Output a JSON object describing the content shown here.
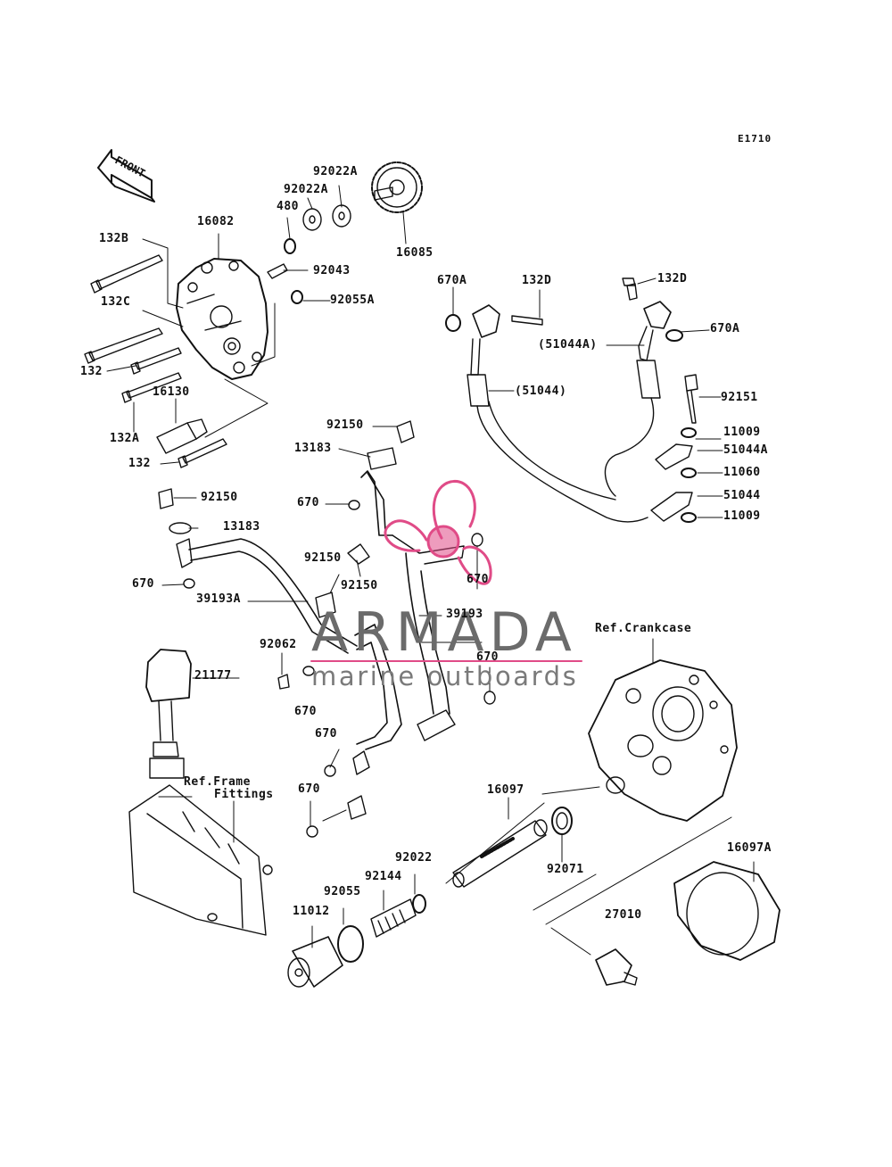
{
  "diagram_code": "E1710",
  "front_label": "FRONT",
  "watermark": {
    "title": "ARMADA",
    "subtitle": "marine outboards",
    "title_color": "#6b6b6b",
    "accent_color": "#e04b87"
  },
  "labels": {
    "p92022A_1": "92022A",
    "p92022A_2": "92022A",
    "p480": "480",
    "p16082": "16082",
    "p132B": "132B",
    "p92043": "92043",
    "p16085": "16085",
    "p132C": "132C",
    "p92055A": "92055A",
    "p132": "132",
    "p16130": "16130",
    "p132A": "132A",
    "p132_2": "132",
    "p670A_1": "670A",
    "p132D_1": "132D",
    "p132D_2": "132D",
    "p670A_2": "670A",
    "p51044A_paren": "(51044A)",
    "p51044_paren": "(51044)",
    "p92151": "92151",
    "p11009_1": "11009",
    "p51044A": "51044A",
    "p11060": "11060",
    "p51044": "51044",
    "p11009_2": "11009",
    "p92150_1": "92150",
    "p13183_1": "13183",
    "p670_1": "670",
    "p92150_2": "92150",
    "p13183_2": "13183",
    "p92150_3": "92150",
    "p670_2": "670",
    "p92150_4": "92150",
    "p670_3": "670",
    "p39193A": "39193A",
    "p39193": "39193",
    "p92062": "92062",
    "p21177": "21177",
    "p670_4": "670",
    "p670_5": "670",
    "p670_6": "670",
    "p670_7": "670",
    "ref_crankcase": "Ref.Crankcase",
    "ref_frame_1": "Ref.Frame",
    "ref_frame_2": "Fittings",
    "p16097": "16097",
    "p92022": "92022",
    "p92071": "92071",
    "p16097A": "16097A",
    "p92144": "92144",
    "p92055": "92055",
    "p11012": "11012",
    "p27010": "27010"
  }
}
